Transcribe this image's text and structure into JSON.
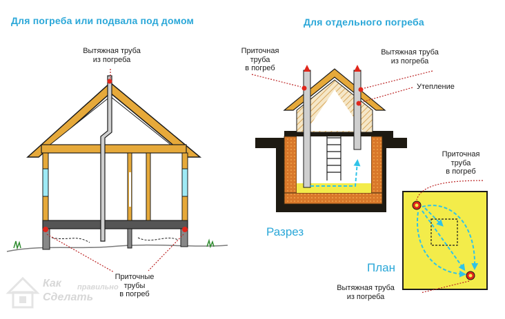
{
  "titles": {
    "left": "Для погреба или подвала под домом",
    "right": "Для отдельного погреба"
  },
  "left_labels": {
    "exhaust_line1": "Вытяжная труба",
    "exhaust_line2": "из погреба",
    "supply_line1": "Приточные",
    "supply_line2": "трубы",
    "supply_line3": "в погреб"
  },
  "section_labels": {
    "supply_line1": "Приточная",
    "supply_line2": "труба",
    "supply_line3": "в погреб",
    "exhaust_line1": "Вытяжная труба",
    "exhaust_line2": "из погреба",
    "insulation": "Утепление",
    "section_caption": "Разрез"
  },
  "plan_labels": {
    "supply_line1": "Приточная",
    "supply_line2": "труба",
    "supply_line3": "в погреб",
    "exhaust_line1": "Вытяжная труба",
    "exhaust_line2": "из погреба",
    "plan_caption": "План"
  },
  "watermark": {
    "line1": "Как",
    "line1b": "правильно",
    "line2": "Сделать"
  },
  "colors": {
    "title_blue": "#2aa7d8",
    "roof_wood": "#e6a93a",
    "soil": "#1e1a12",
    "insulation_orange": "#d9782a",
    "cellar_yellow": "#f3ec4a",
    "air_cyan": "#2fc3e8",
    "marker_red": "#e0261b",
    "wall_cyan": "#9feaf5"
  },
  "icons": [
    "house-icon-watermark",
    "arrow-up-icon",
    "arrow-right-icon"
  ]
}
